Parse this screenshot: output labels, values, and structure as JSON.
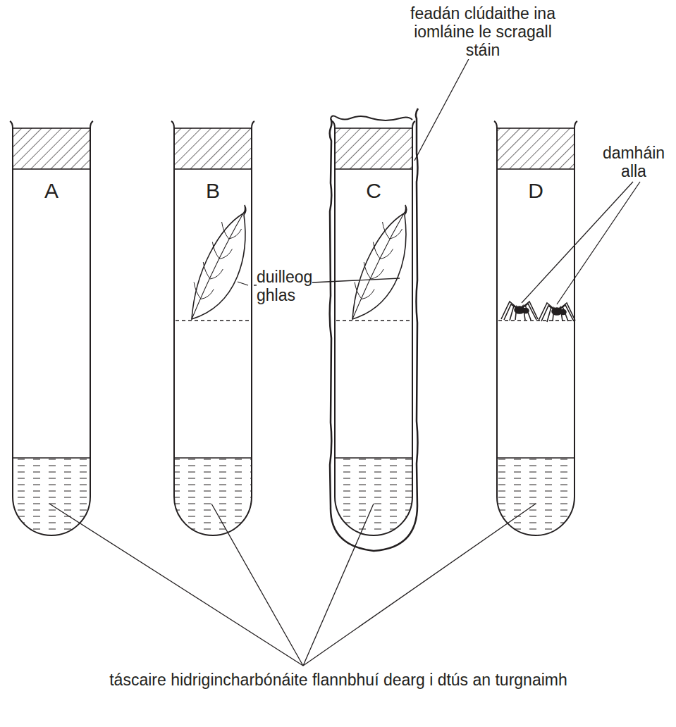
{
  "diagram": {
    "nodes": [
      {
        "text": [
          "A"
        ]
      },
      {
        "text": [
          "B"
        ]
      },
      {
        "text": [
          "C"
        ]
      },
      {
        "text": [
          "D"
        ]
      }
    ],
    "labels": [
      "feadán clúdaithe ina iomláine le scragall stáin",
      "duilleog ghlas",
      "damháin alla",
      "táscaire hidrigincharbónáite flannbhuí dearg i dtús an turgnaimh"
    ]
  }
}
